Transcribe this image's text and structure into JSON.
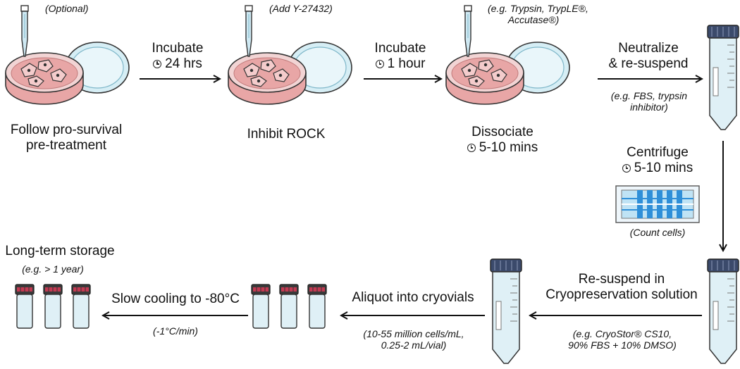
{
  "steps": {
    "pretreat": {
      "note": "(Optional)",
      "label_line1": "Follow pro-survival",
      "label_line2": "pre-treatment"
    },
    "arrow1": {
      "action": "Incubate",
      "time": "24 hrs"
    },
    "rock": {
      "note": "(Add Y-27432)",
      "label": "Inhibit ROCK"
    },
    "arrow2": {
      "action": "Incubate",
      "time": "1 hour"
    },
    "dissociate": {
      "note_line1": "(e.g. Trypsin, TrypLE®,",
      "note_line2": "Accutase®)",
      "label": "Dissociate",
      "time": "5-10 mins"
    },
    "neutralize": {
      "label_line1": "Neutralize",
      "label_line2": "& re-suspend",
      "note_line1": "(e.g. FBS, trypsin",
      "note_line2": "inhibitor)"
    },
    "centrifuge": {
      "label": "Centrifuge",
      "time": "5-10 mins",
      "note": "(Count cells)"
    },
    "resuspend": {
      "label_line1": "Re-suspend in",
      "label_line2": "Cryopreservation solution",
      "note_line1": "(e.g. CryoStor® CS10,",
      "note_line2": "90% FBS + 10% DMSO)"
    },
    "aliquot": {
      "label": "Aliquot into cryovials",
      "note_line1": "(10-55 million cells/mL,",
      "note_line2": "0.25-2 mL/vial)"
    },
    "cooling": {
      "label": "Slow cooling to -80°C",
      "note": "(-1°C/min)"
    },
    "storage": {
      "label": "Long-term storage",
      "note": "(e.g. > 1 year)"
    }
  },
  "colors": {
    "dish_medium": "#e8a6a6",
    "dish_rim": "#c9e6ef",
    "tube_liquid_red": "#d88787",
    "tube_liquid_tan": "#cfae90",
    "tube_cap": "#3b4a6b",
    "vial_cap": "#e8405a",
    "counter_blue": "#2f8fd8"
  },
  "icons": [
    "petri-dish-icon",
    "pipette-icon",
    "falcon-tube-icon",
    "cell-counter-icon",
    "cryovial-icon",
    "clock-icon"
  ]
}
